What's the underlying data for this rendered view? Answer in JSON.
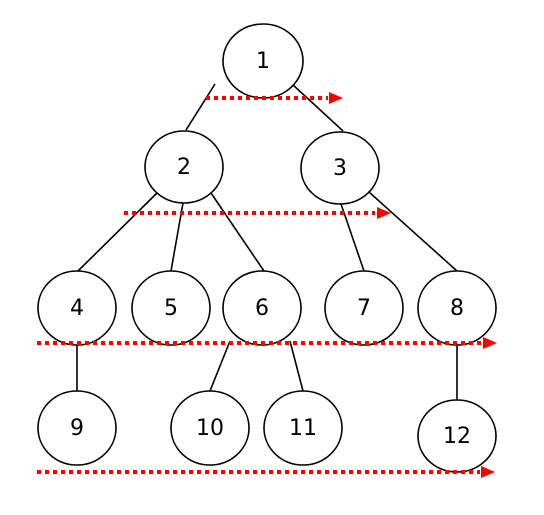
{
  "diagram": {
    "colors": {
      "node_fill": "#ffffff",
      "node_stroke": "#000000",
      "edge": "#000000",
      "level_arrow": "#ff0000"
    },
    "nodes": [
      {
        "label": "1"
      },
      {
        "label": "2"
      },
      {
        "label": "3"
      },
      {
        "label": "4"
      },
      {
        "label": "5"
      },
      {
        "label": "6"
      },
      {
        "label": "7"
      },
      {
        "label": "8"
      },
      {
        "label": "9"
      },
      {
        "label": "10"
      },
      {
        "label": "11"
      },
      {
        "label": "12"
      }
    ],
    "edges": [
      [
        "1",
        "2"
      ],
      [
        "1",
        "3"
      ],
      [
        "2",
        "4"
      ],
      [
        "2",
        "5"
      ],
      [
        "2",
        "6"
      ],
      [
        "3",
        "7"
      ],
      [
        "3",
        "8"
      ],
      [
        "4",
        "9"
      ],
      [
        "6",
        "10"
      ],
      [
        "6",
        "11"
      ],
      [
        "8",
        "12"
      ]
    ],
    "level_arrows": [
      {
        "order": 1,
        "direction": "left-to-right"
      },
      {
        "order": 2,
        "direction": "left-to-right"
      },
      {
        "order": 3,
        "direction": "left-to-right"
      },
      {
        "order": 4,
        "direction": "left-to-right"
      }
    ]
  }
}
